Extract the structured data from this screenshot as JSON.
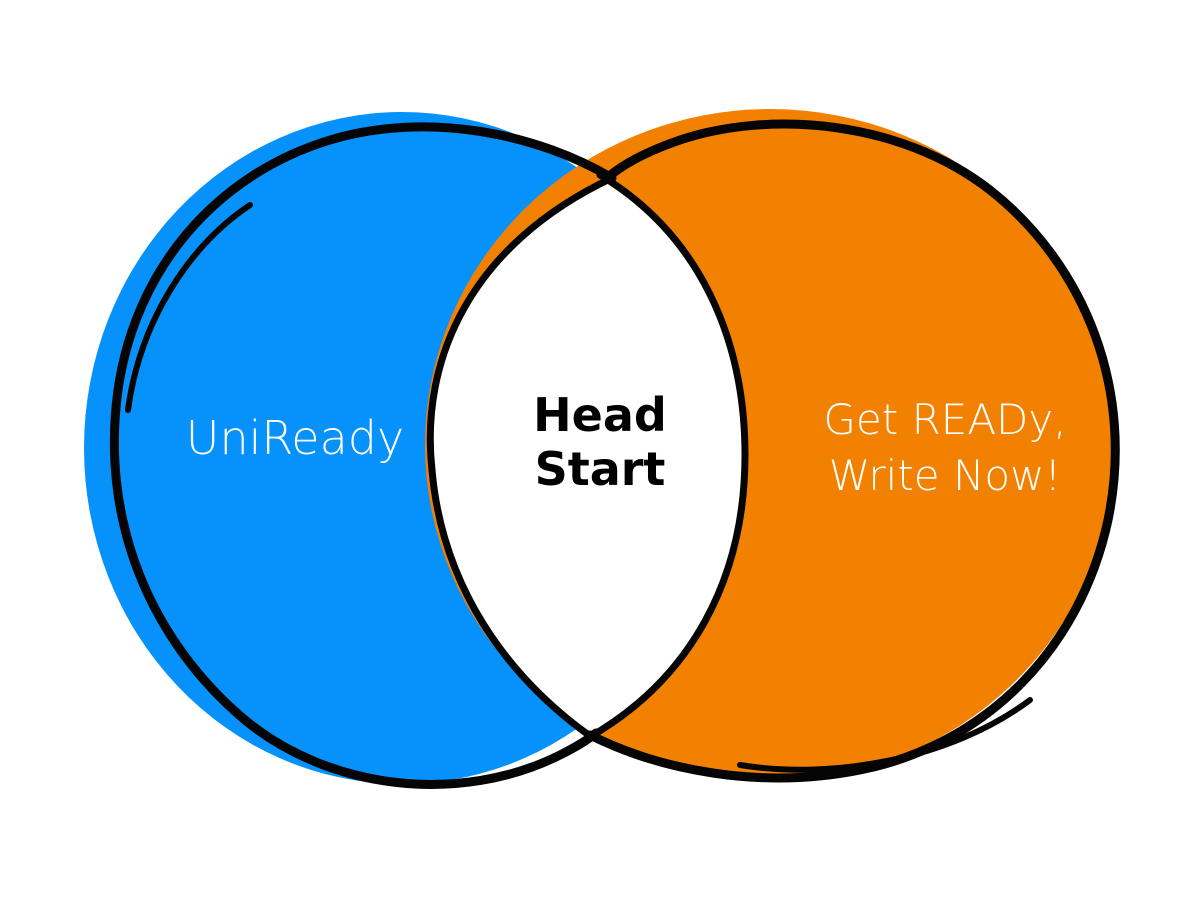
{
  "colors": {
    "left_fill": "#0791fb",
    "right_fill": "#f28102",
    "outline": "#050505",
    "center_fill": "#ffffff"
  },
  "sets": {
    "left": {
      "label": "UniReady"
    },
    "center": {
      "label": "Head\nStart"
    },
    "right": {
      "label": "Get READy,\nWrite Now!"
    }
  }
}
